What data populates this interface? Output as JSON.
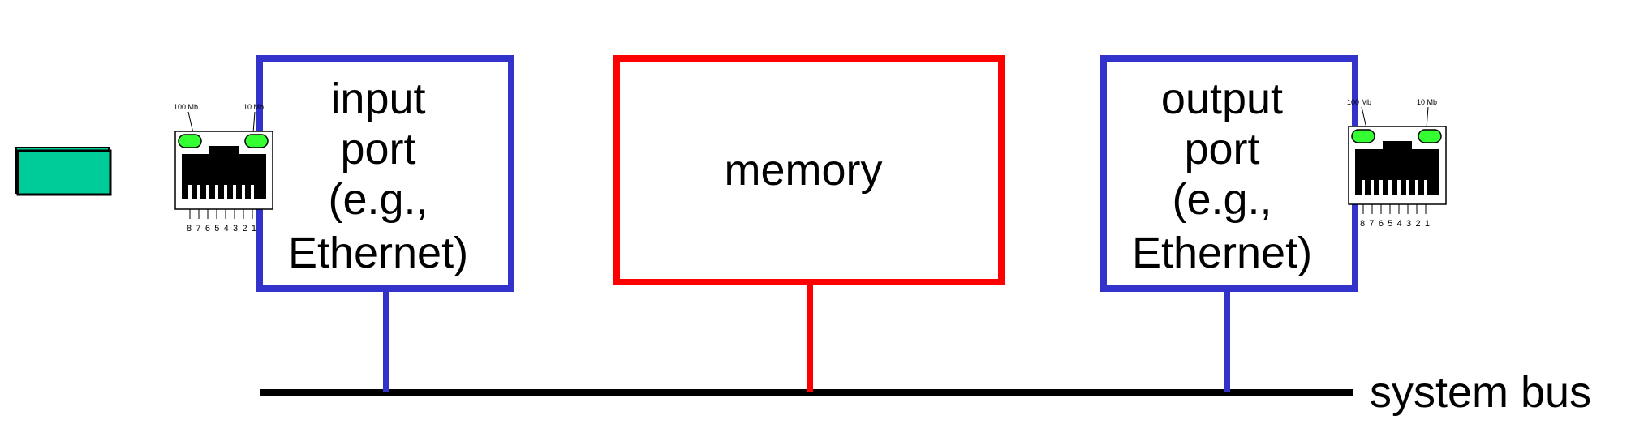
{
  "colors": {
    "port_border": "#3333cc",
    "memory_border": "#ff0000",
    "bus": "#000000",
    "packet_fill": "#00cc99",
    "led": "#33ff33",
    "jack_body": "#000000"
  },
  "input_port": {
    "lines": [
      "input",
      "port",
      "(e.g.,",
      "Ethernet)"
    ]
  },
  "memory": {
    "label": "memory"
  },
  "output_port": {
    "lines": [
      "output",
      "port",
      "(e.g.,",
      "Ethernet)"
    ]
  },
  "bus": {
    "label": "system bus"
  },
  "jack": {
    "led_left": "100 Mb",
    "led_right": "10 Mb",
    "pins": "8 7 6 5 4 3 2 1"
  },
  "icons": [
    "packet-icon",
    "ethernet-jack-icon"
  ]
}
